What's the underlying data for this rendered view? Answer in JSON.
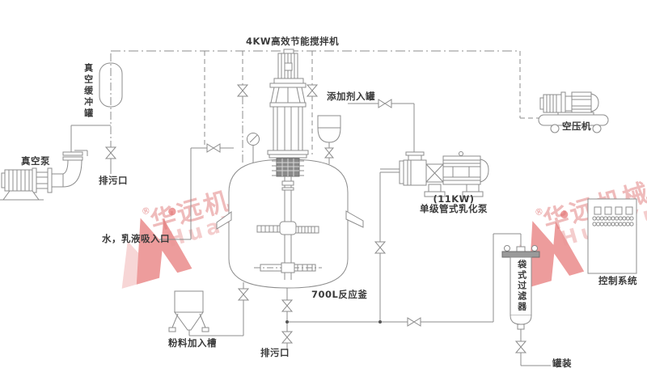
{
  "labels": {
    "mixer": "4KW高效节能搅拌机",
    "vacuum_buffer_tank": "真空缓冲罐",
    "vacuum_pump": "真空泵",
    "drain_left": "排污口",
    "water_emulsion_inlet": "水，乳液吸入口",
    "additive_inlet": "添加剂入罐",
    "emulsify_pump_power": "(11KW)",
    "emulsify_pump_name": "单级管式乳化泵",
    "air_compressor": "空压机",
    "control_system": "控制系统",
    "bag_filter": "袋式过滤器",
    "reactor": "700L反应釜",
    "powder_hopper": "粉料加入槽",
    "drain_bottom": "排污口",
    "filling": "罐装"
  },
  "watermark": {
    "cn": "华远机械",
    "en_left": "HuaYun",
    "en_right": "Hua Yun",
    "reg": "®"
  },
  "colors": {
    "line": "#8c8c8c",
    "text": "#3a3a3a",
    "watermark_red": "#e25b5b",
    "watermark_pink": "#f2bcbc"
  }
}
